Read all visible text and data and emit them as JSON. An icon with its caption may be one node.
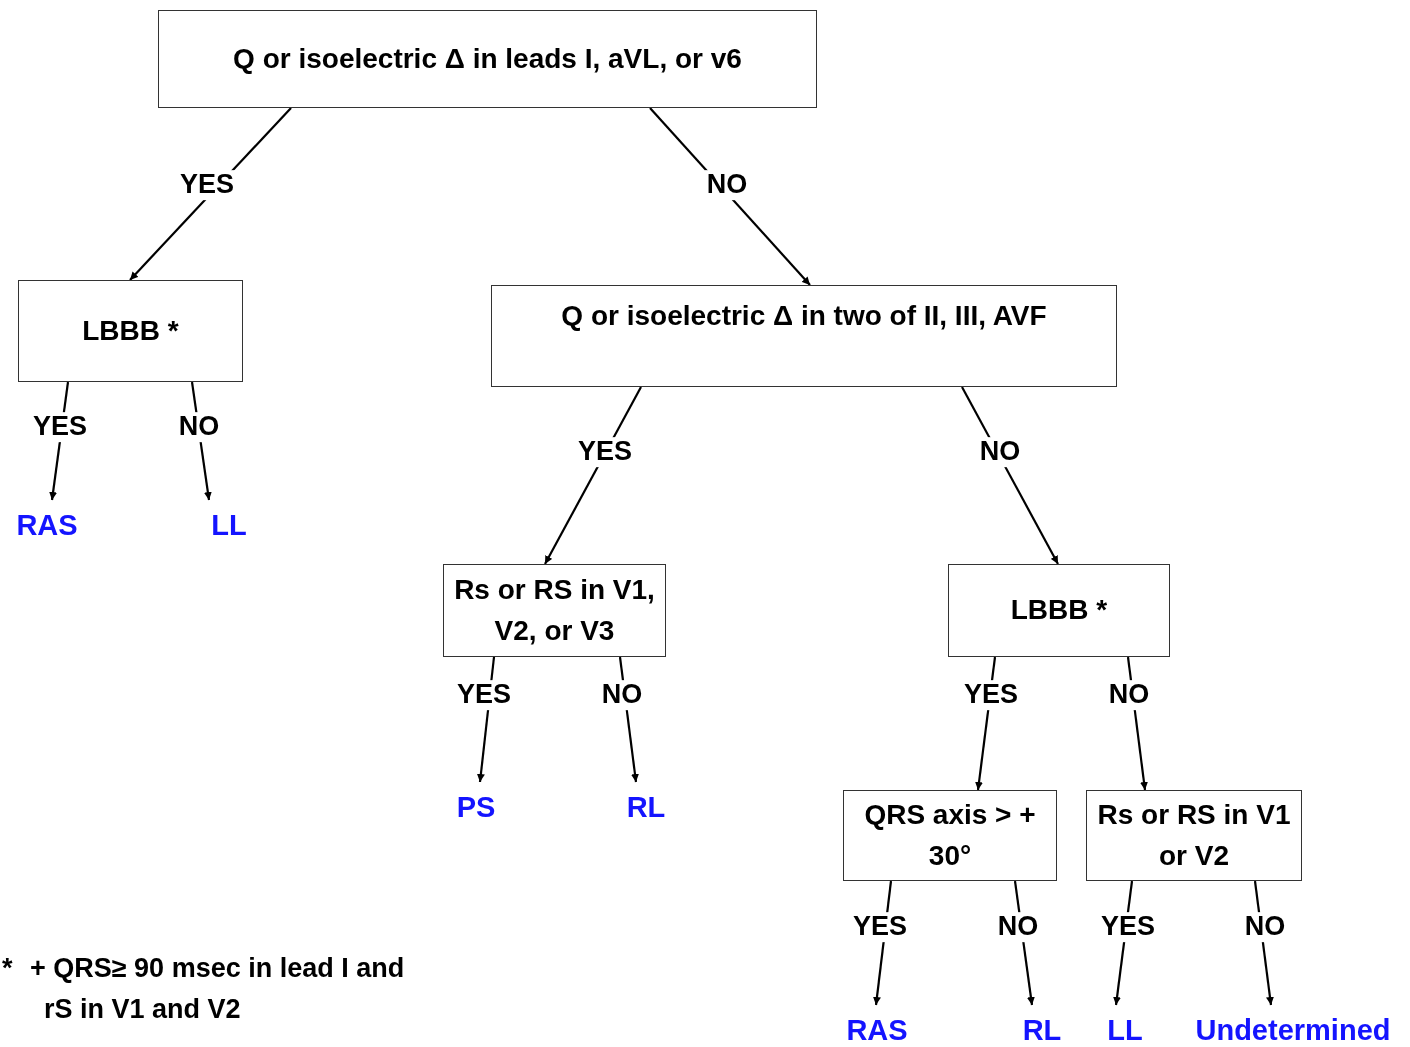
{
  "diagram": {
    "nodes": [
      {
        "text": [
          "Q or isoelectric Δ in leads I, aVL, or v6"
        ]
      },
      {
        "text": [
          "LBBB *"
        ]
      },
      {
        "text": [
          "Q or isoelectric Δ in two of II, III, AVF"
        ]
      },
      {
        "text": [
          "RAS"
        ]
      },
      {
        "text": [
          "LL"
        ]
      },
      {
        "text": [
          "Rs or RS in V1, V2, or V3"
        ]
      },
      {
        "text": [
          "LBBB *"
        ]
      },
      {
        "text": [
          "PS"
        ]
      },
      {
        "text": [
          "RL"
        ]
      },
      {
        "text": [
          "QRS axis > + 30°"
        ]
      },
      {
        "text": [
          "Rs or RS in V1 or V2"
        ]
      },
      {
        "text": [
          "RAS"
        ]
      },
      {
        "text": [
          "RL"
        ]
      },
      {
        "text": [
          "LL"
        ]
      },
      {
        "text": [
          "Undetermined"
        ]
      }
    ],
    "edges": [
      {
        "from": 0,
        "to": 1,
        "arrow": "to",
        "label": "YES"
      },
      {
        "from": 0,
        "to": 2,
        "arrow": "to",
        "label": "NO"
      },
      {
        "from": 1,
        "to": 3,
        "arrow": "to",
        "label": "YES"
      },
      {
        "from": 1,
        "to": 4,
        "arrow": "to",
        "label": "NO"
      },
      {
        "from": 2,
        "to": 5,
        "arrow": "to",
        "label": "YES"
      },
      {
        "from": 2,
        "to": 6,
        "arrow": "to",
        "label": "NO"
      },
      {
        "from": 5,
        "to": 7,
        "arrow": "to",
        "label": "YES"
      },
      {
        "from": 5,
        "to": 8,
        "arrow": "to",
        "label": "NO"
      },
      {
        "from": 6,
        "to": 9,
        "arrow": "to",
        "label": "YES"
      },
      {
        "from": 6,
        "to": 10,
        "arrow": "to",
        "label": "NO"
      },
      {
        "from": 9,
        "to": 11,
        "arrow": "to",
        "label": "YES"
      },
      {
        "from": 9,
        "to": 12,
        "arrow": "to",
        "label": "NO"
      },
      {
        "from": 10,
        "to": 13,
        "arrow": "to",
        "label": "YES"
      },
      {
        "from": 10,
        "to": 14,
        "arrow": "to",
        "label": "NO"
      }
    ],
    "labels": [
      "*",
      "+ QRS≥ 90 msec in lead I and rS in V1 and V2"
    ]
  }
}
